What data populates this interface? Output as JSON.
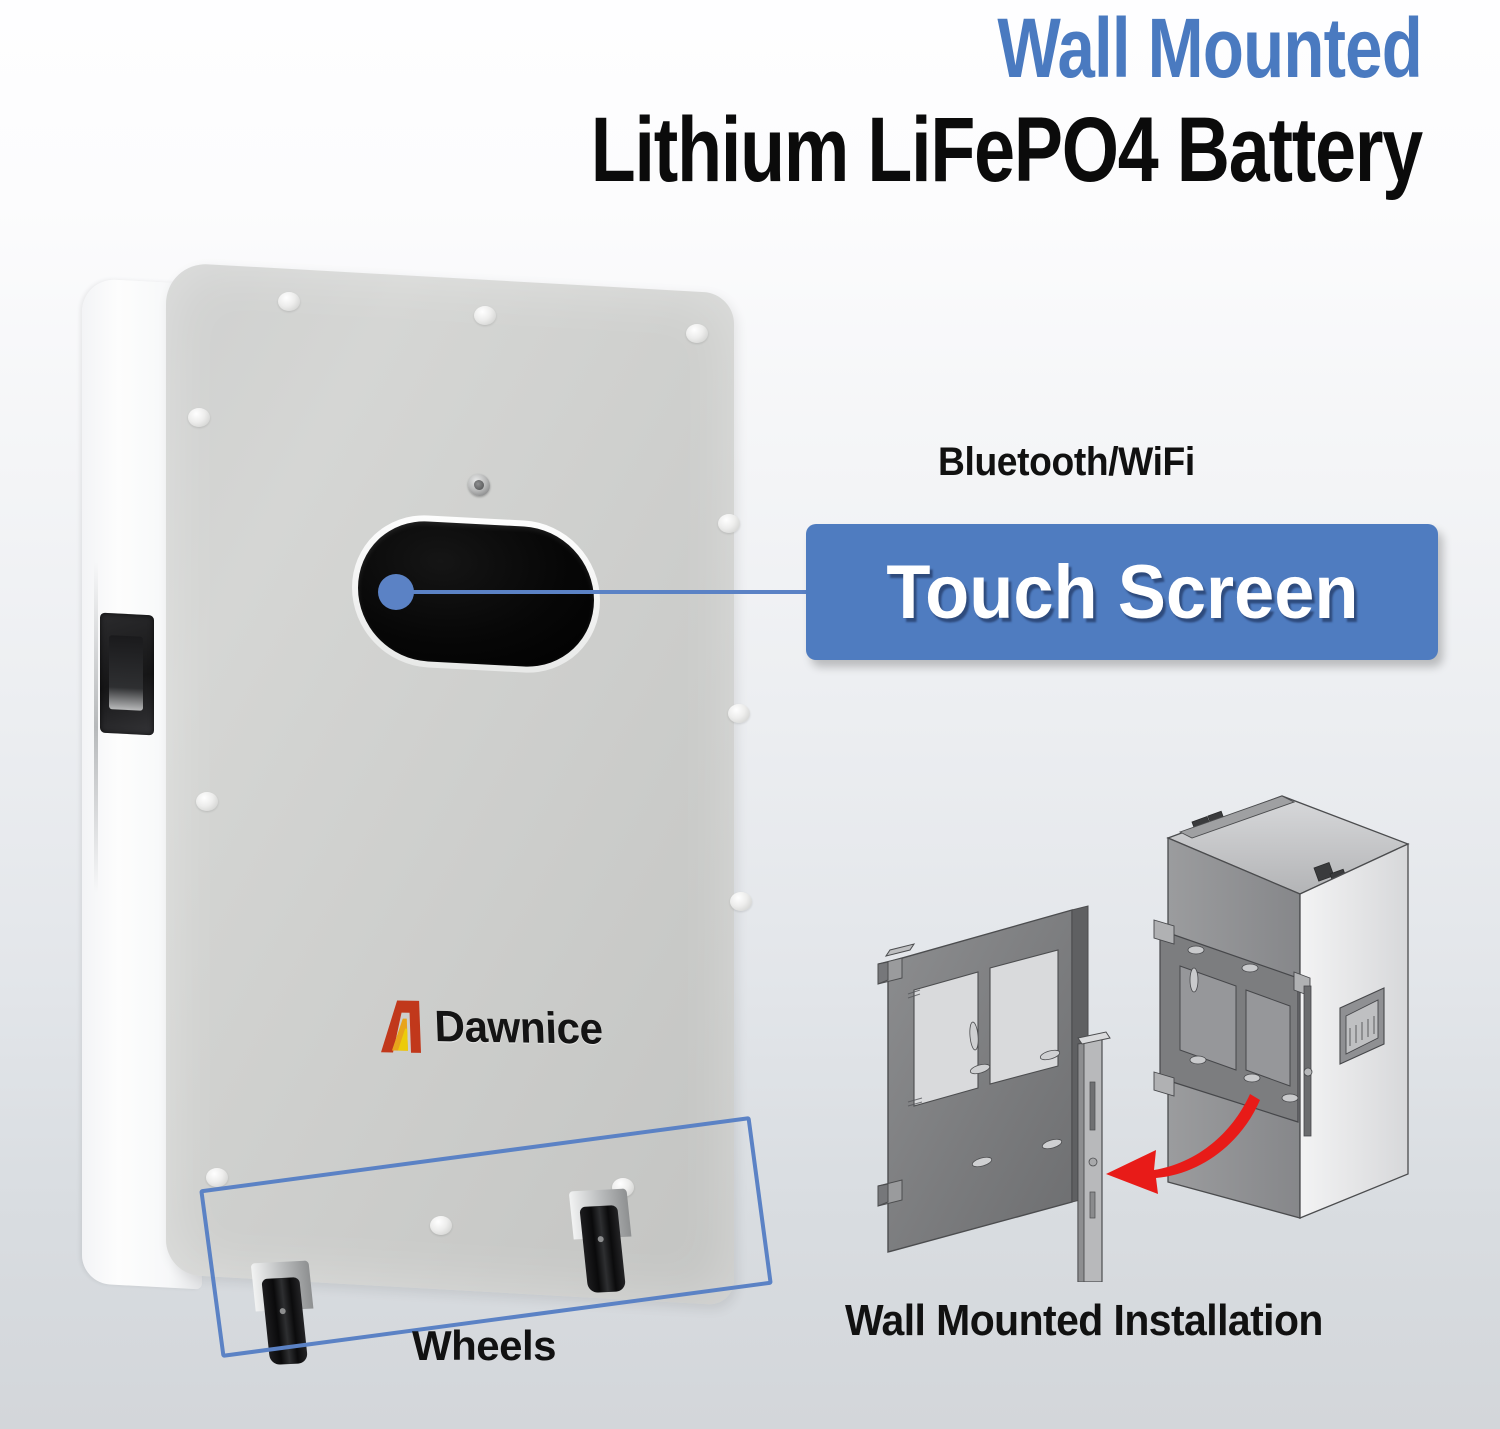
{
  "heading": {
    "line1": "Wall Mounted",
    "line1_color": "#4a7ac0",
    "line2": "Lithium LiFePO4 Battery",
    "line2_color": "#0b0b0b"
  },
  "callouts": {
    "bluetooth_wifi": "Bluetooth/WiFi",
    "touch_screen": "Touch Screen",
    "touch_screen_badge_color": "#4f7cc0",
    "leader_color": "#5b82c5"
  },
  "product": {
    "brand": "Dawnice",
    "brand_mark_colors": {
      "outer": "#c1381b",
      "inner": "#e3a21a",
      "accent": "#eccb0a"
    },
    "body_color": "#cfd0ce",
    "screen_color": "#000000"
  },
  "annotations": {
    "wheels_label": "Wheels",
    "wheels_box_color": "#5b82c5",
    "install_label": "Wall Mounted Installation",
    "install_arrow_color": "#e81b18"
  },
  "background": {
    "top": "#fefeff",
    "bottom": "#d3d6da"
  }
}
